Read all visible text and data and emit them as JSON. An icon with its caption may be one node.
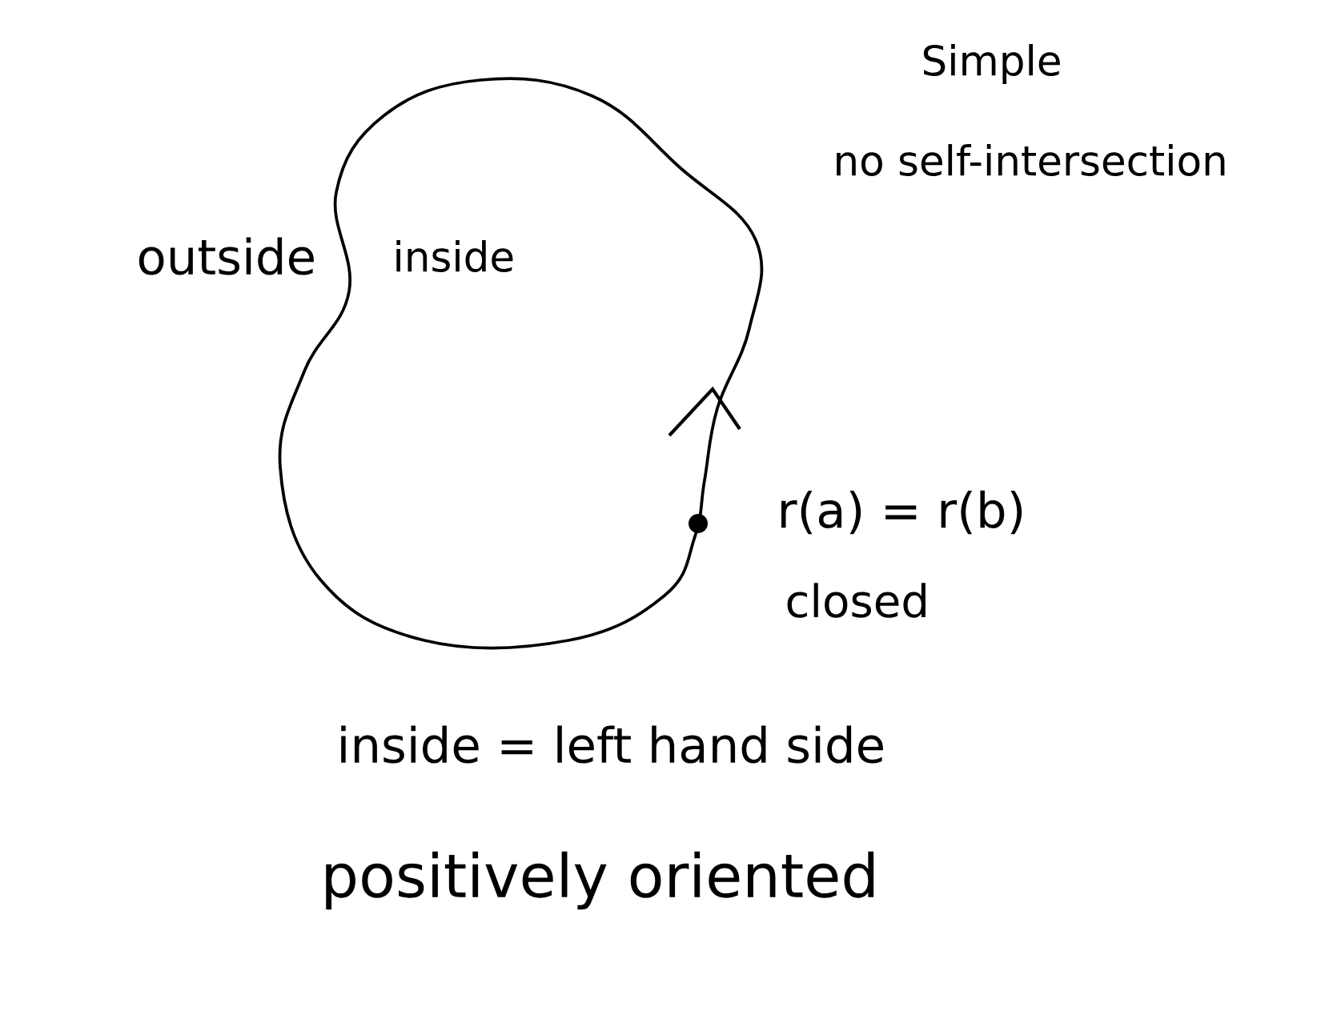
{
  "diagram": {
    "labels": [
      "outside",
      "inside",
      "Simple",
      "no self-intersection",
      "r(a) = r(b)",
      "closed",
      "inside = left hand side",
      "positively oriented"
    ]
  }
}
